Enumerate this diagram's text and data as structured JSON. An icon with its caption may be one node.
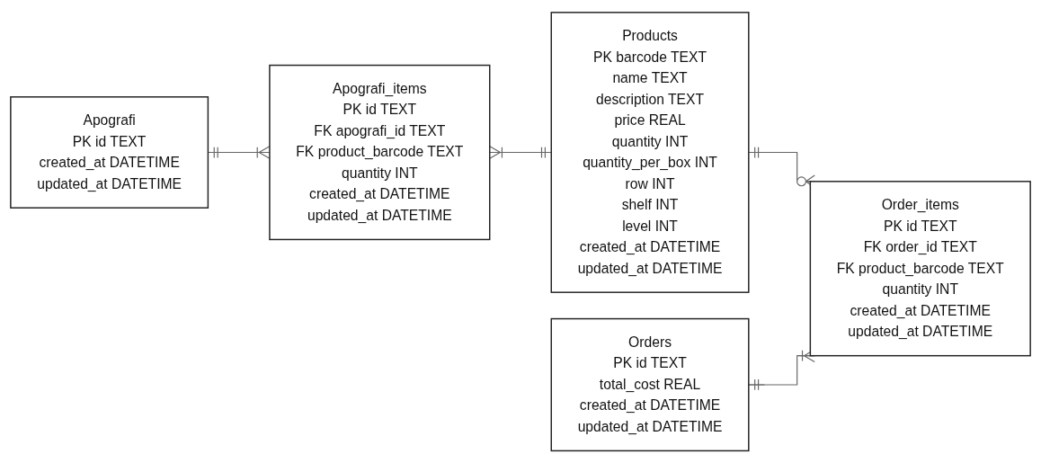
{
  "diagram": {
    "nodes": [
      {
        "text": [
          "Apografi",
          "PK id TEXT",
          "created_at DATETIME",
          "updated_at DATETIME"
        ]
      },
      {
        "text": [
          "Orders",
          "PK id TEXT",
          "total_cost REAL",
          "created_at DATETIME",
          "updated_at DATETIME"
        ]
      },
      {
        "text": [
          "Products",
          "PK barcode TEXT",
          "name TEXT",
          "description TEXT",
          "price REAL",
          "quantity INT",
          "quantity_per_box INT",
          "row INT",
          "shelf INT",
          "level INT",
          "created_at DATETIME",
          "updated_at DATETIME"
        ]
      },
      {
        "text": [
          "Apografi_items",
          "PK id TEXT",
          "FK apografi_id TEXT",
          "FK product_barcode TEXT",
          "quantity INT",
          "created_at DATETIME",
          "updated_at DATETIME"
        ]
      },
      {
        "text": [
          "Order_items",
          "PK id TEXT",
          "FK order_id TEXT",
          "FK product_barcode TEXT",
          "quantity INT",
          "created_at DATETIME",
          "updated_at DATETIME"
        ]
      }
    ],
    "edges": [
      {
        "from": 0,
        "to": 3,
        "arrow": "other"
      },
      {
        "from": 3,
        "to": 2,
        "arrow": "other"
      },
      {
        "from": 2,
        "to": 4,
        "arrow": "other"
      },
      {
        "from": 1,
        "to": 4,
        "arrow": "other"
      }
    ]
  }
}
